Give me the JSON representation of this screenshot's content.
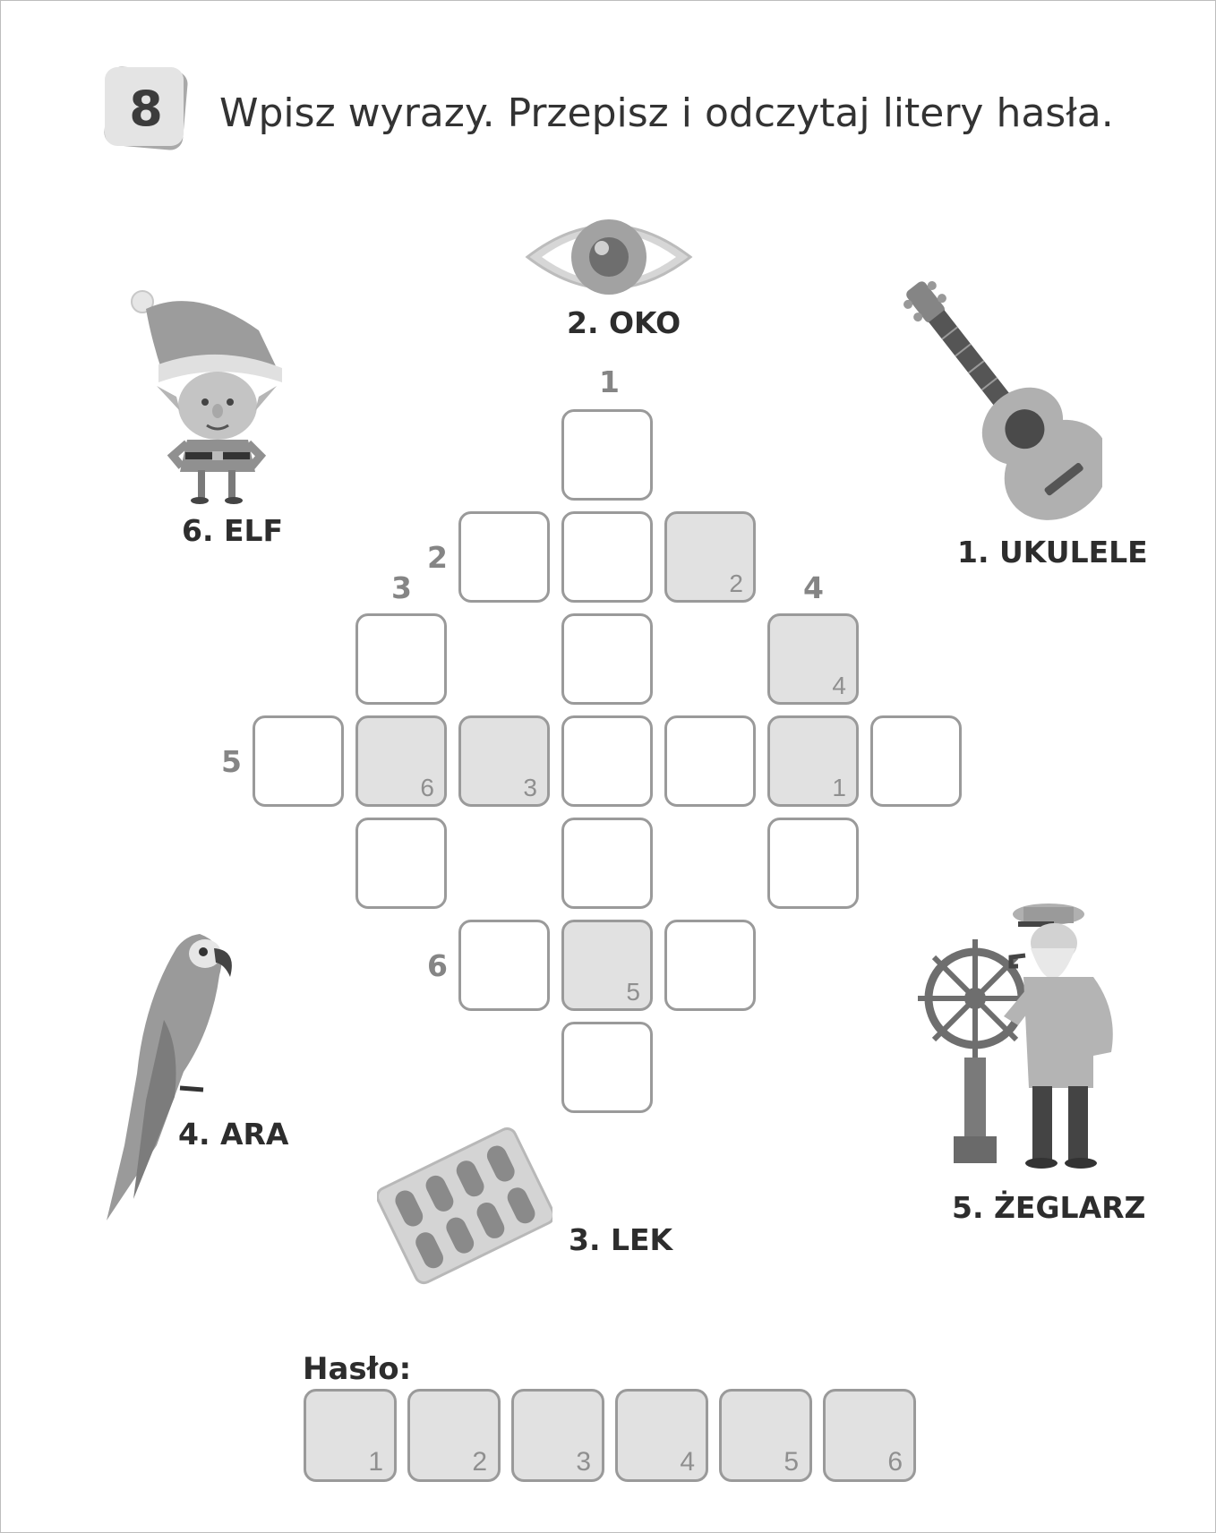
{
  "task": {
    "number": "8",
    "instruction": "Wpisz wyrazy. Przepisz i odczytaj litery hasła."
  },
  "pictures": {
    "eye": "2. OKO",
    "elf": "6. ELF",
    "ukulele": "1. UKULELE",
    "parrot": "4. ARA",
    "pills": "3. LEK",
    "sailor": "5. ŻEGLARZ"
  },
  "crossword": {
    "clue_numbers": {
      "c1": "1",
      "c2": "2",
      "c3": "3",
      "c4": "4",
      "c5": "5",
      "c6": "6"
    },
    "cell_keys": {
      "k2": "2",
      "k4": "4",
      "k6": "6",
      "k3": "3",
      "k1": "1",
      "k5": "5"
    }
  },
  "password": {
    "label": "Hasło:",
    "keys": [
      "1",
      "2",
      "3",
      "4",
      "5",
      "6"
    ]
  },
  "colors": {
    "cell_border": "#9a9a9a",
    "shaded_cell": "#e1e1e1",
    "text": "#2d2d2d"
  }
}
